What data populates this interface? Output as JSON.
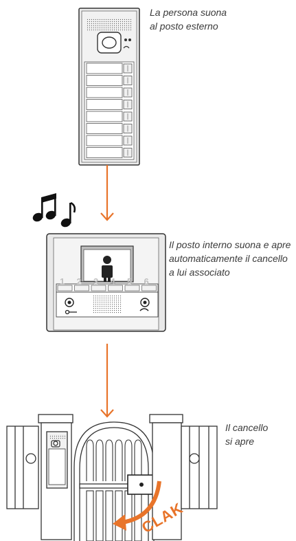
{
  "steps": [
    {
      "caption_lines": [
        "La persona suona",
        "al posto esterno"
      ]
    },
    {
      "caption_lines": [
        "Il posto interno suona e apre",
        "automaticamente il cancello",
        "a lui associato"
      ]
    },
    {
      "caption_lines": [
        "Il cancello",
        "si apre"
      ]
    }
  ],
  "monitor_buttons": [
    "1",
    "2",
    "3",
    "4",
    "5",
    "6"
  ],
  "sound_label": "CLAK",
  "colors": {
    "arrow": "#e8742a",
    "line": "#3a3a3a",
    "panel": "#e6e6e6",
    "screen": "#ffffff"
  },
  "icons": [
    "music-notes-icon",
    "person-icon",
    "key-icon",
    "handset-icon",
    "speaker-grille-icon"
  ]
}
